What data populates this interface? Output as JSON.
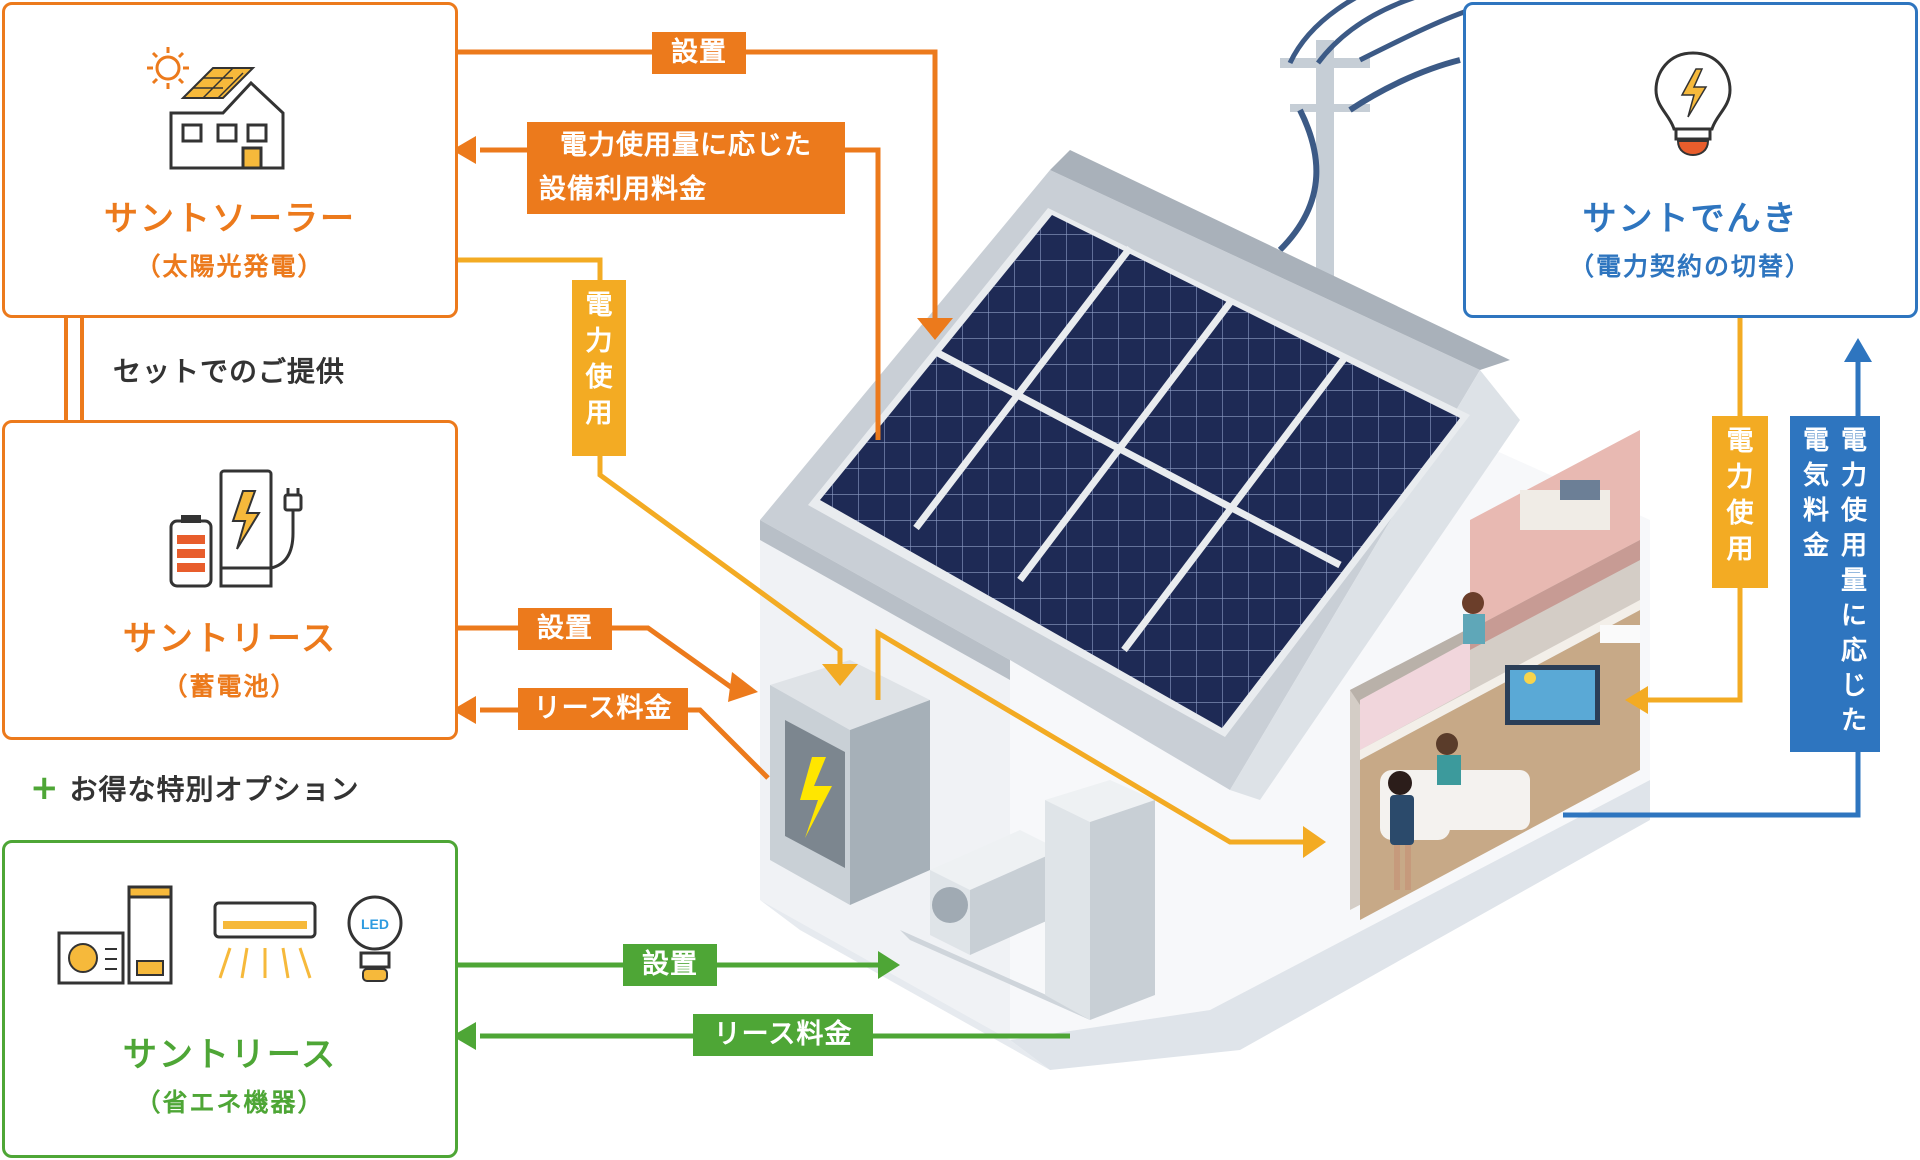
{
  "boxes": {
    "solar": {
      "title": "サントソーラー",
      "subtitle": "（太陽光発電）"
    },
    "battery": {
      "title": "サントリース",
      "subtitle": "（蓄電池）"
    },
    "appliances": {
      "title": "サントリース",
      "subtitle": "（省エネ機器）"
    },
    "electricity": {
      "title": "サントでんき",
      "subtitle": "（電力契約の切替）"
    }
  },
  "notes": {
    "set_offer": "セットでのご提供",
    "plus_symbol": "+",
    "special_option": "お得な特別オプション"
  },
  "labels": {
    "solar_install": "設置",
    "solar_fee_line1": "電力使用量に応じた",
    "solar_fee_line2": "設備利用料金",
    "solar_power_use": [
      "電",
      "力",
      "使",
      "用"
    ],
    "battery_install": "設置",
    "battery_lease_fee": "リース料金",
    "appliance_install": "設置",
    "appliance_lease_fee": "リース料金",
    "elec_power_use": [
      "電",
      "力",
      "使",
      "用"
    ],
    "elec_fee_col1": [
      "電",
      "気",
      "料",
      "金"
    ],
    "elec_fee_col2": [
      "電",
      "力",
      "使",
      "用",
      "量",
      "に",
      "応",
      "じ",
      "た"
    ],
    "led_text": "LED"
  },
  "colors": {
    "orange": "#ec7a1c",
    "yellow": "#f3ab23",
    "green": "#4ea636",
    "blue": "#2e75bf",
    "panel": "#1e2a55"
  }
}
